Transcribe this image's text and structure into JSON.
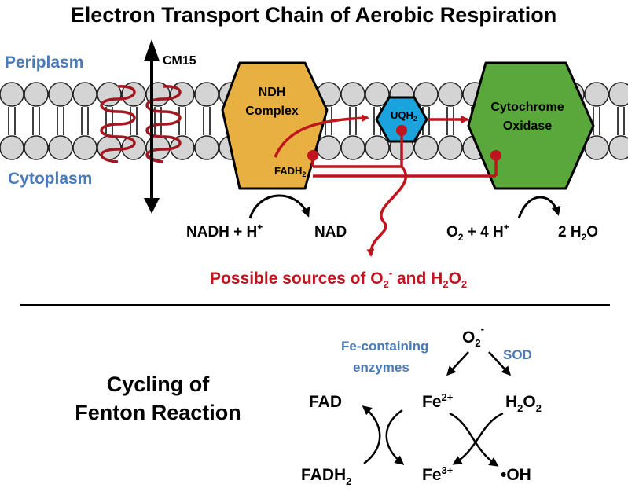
{
  "title": "Electron Transport Chain of Aerobic Respiration",
  "regions": {
    "periplasm": "Periplasm",
    "cytoplasm": "Cytoplasm"
  },
  "cm15": "CM15",
  "ndh": {
    "line1": "NDH",
    "line2": "Complex",
    "fadh": "FADH",
    "fadh_sub": "2"
  },
  "uq": {
    "label": "UQH",
    "sub": "2"
  },
  "cyto": {
    "line1": "Cytochrome",
    "line2": "Oxidase"
  },
  "reaction1": {
    "left": "NADH + H",
    "left_sup": "+",
    "right": "NAD"
  },
  "reaction2": {
    "o2": "O",
    "o2_sub": "2",
    "mid": " + 4 H",
    "mid_sup": "+",
    "right_a": "2 H",
    "right_sub": "2",
    "right_b": "O"
  },
  "sources": {
    "text": "Possible sources of O",
    "o_sub": "2",
    "o_sup": "-",
    "and": " and H",
    "h_sub": "2",
    "o": "O",
    "h2o2_sub": "2"
  },
  "fenton": {
    "title1": "Cycling of",
    "title2": "Fenton Reaction",
    "superoxide": "O",
    "superoxide_sub": "2",
    "superoxide_sup": "-",
    "fe_enzymes1": "Fe-containing",
    "fe_enzymes2": "enzymes",
    "sod": "SOD",
    "fad": "FAD",
    "fadh2": "FADH",
    "fadh2_sub": "2",
    "fe2": "Fe",
    "fe2_sup": "2+",
    "fe3": "Fe",
    "fe3_sup": "3+",
    "h2o2_h": "H",
    "h2o2_sub1": "2",
    "h2o2_o": "O",
    "h2o2_sub2": "2",
    "oh": "•OH"
  },
  "colors": {
    "blue": "#4a7ab8",
    "red": "#c0141e",
    "orange": "#e8b040",
    "green": "#5aa83c",
    "cyan": "#1aa3dd",
    "lipid": "#d4d4d4"
  }
}
